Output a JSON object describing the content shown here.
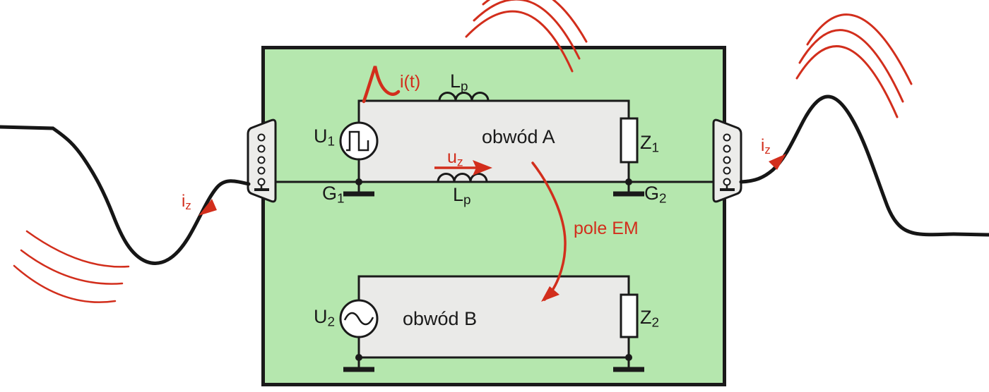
{
  "colors": {
    "enclosure_green": "#b5e7ae",
    "circuit_gray": "#eaeae8",
    "connector_gray": "#ececea",
    "line_black": "#1a1a1a",
    "accent_red": "#d22e1c"
  },
  "circuit_a": {
    "name": "obwód A",
    "source": {
      "base": "U",
      "sub": "1"
    },
    "impedance": {
      "base": "Z",
      "sub": "1"
    },
    "inductor_top": {
      "base": "L",
      "sub": "p"
    },
    "inductor_bottom": {
      "base": "L",
      "sub": "p"
    },
    "ground_left": {
      "base": "G",
      "sub": "1"
    },
    "ground_right": {
      "base": "G",
      "sub": "2"
    },
    "surge_current_label": "i(t)",
    "coupled_voltage": {
      "base": "u",
      "sub": "z"
    }
  },
  "circuit_b": {
    "name": "obwód B",
    "source": {
      "base": "U",
      "sub": "2"
    },
    "impedance": {
      "base": "Z",
      "sub": "2"
    }
  },
  "coupling": {
    "field_label": "pole EM"
  },
  "cables": {
    "left_current": {
      "base": "i",
      "sub": "z"
    },
    "right_current": {
      "base": "i",
      "sub": "z"
    }
  },
  "icons": {
    "connector": "dsub-connector",
    "ground": "ground-symbol",
    "inductor": "inductor-coil",
    "pulse_source": "square-pulse-source",
    "sine_source": "sine-source",
    "radiation": "emission-arcs"
  }
}
